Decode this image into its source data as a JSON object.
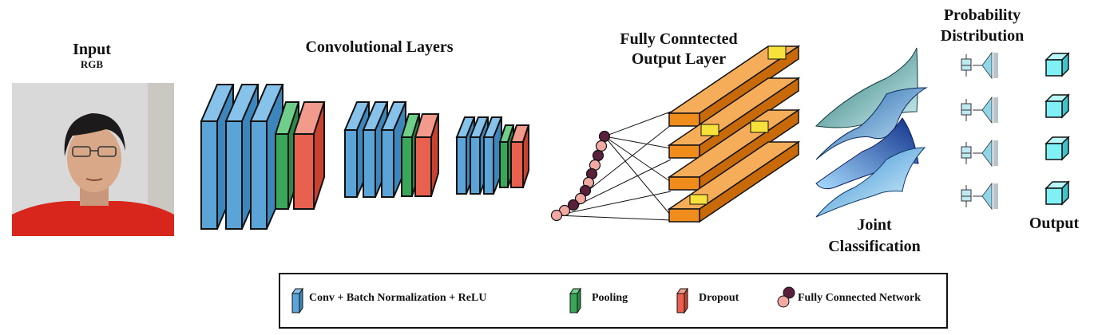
{
  "labels": {
    "input_title": "Input",
    "input_sub": "RGB",
    "conv_title": "Convolutional Layers",
    "fc_title_1": "Fully Conntected",
    "fc_title_2": "Output Layer",
    "prob_title_1": "Probability",
    "prob_title_2": "Distribution",
    "joint_1": "Joint",
    "joint_2": "Classification",
    "output": "Output"
  },
  "legend": {
    "conv": "Conv + Batch Normalization + ReLU",
    "pooling": "Pooling",
    "dropout": "Dropout",
    "fcn": "Fully Connected Network"
  },
  "colors": {
    "conv": "#5aa4d8",
    "pooling": "#3aa65a",
    "dropout": "#e8604e",
    "fc_bar": "#f08c1c",
    "fc_cap": "#f6e23a",
    "node_dark": "#5a1f3a",
    "node_light": "#f2a9a4",
    "cube": "#7ff0f6"
  }
}
